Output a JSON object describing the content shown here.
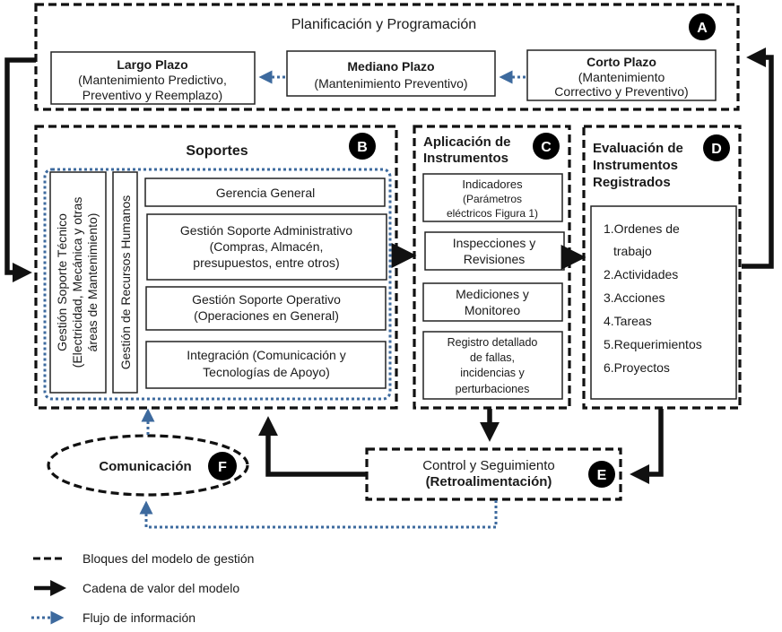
{
  "block_a": {
    "title": "Planificación y Programación",
    "badge": "A",
    "largo": {
      "title": "Largo Plazo",
      "lines": [
        "(Mantenimiento Predictivo,",
        "Preventivo  y Reemplazo)"
      ]
    },
    "mediano": {
      "title": "Mediano Plazo",
      "lines": [
        "(Mantenimiento Preventivo)"
      ]
    },
    "corto": {
      "title": "Corto Plazo",
      "lines": [
        "(Mantenimiento",
        "Correctivo y Preventivo)"
      ]
    }
  },
  "block_b": {
    "title": "Soportes",
    "badge": "B",
    "tecnico_lines": [
      "Gestión Soporte Técnico",
      "(Electricidad, Mecánica y otras",
      "áreas de Mantenimiento)"
    ],
    "rrhh": "Gestión de Recursos Humanos",
    "gerencia": "Gerencia General",
    "administrativo_lines": [
      "Gestión Soporte Administrativo",
      "(Compras, Almacén,",
      "presupuestos, entre otros)"
    ],
    "operativo_lines": [
      "Gestión Soporte Operativo",
      "(Operaciones en General)"
    ],
    "integracion_lines": [
      "Integración (Comunicación y",
      "Tecnologías de Apoyo)"
    ]
  },
  "block_c": {
    "title_lines": [
      "Aplicación de",
      "Instrumentos"
    ],
    "badge": "C",
    "indicadores_lines": [
      "Indicadores",
      "(Parámetros",
      "eléctricos Figura 1)"
    ],
    "inspecciones_lines": [
      "Inspecciones y",
      "Revisiones"
    ],
    "mediciones_lines": [
      "Mediciones y",
      "Monitoreo"
    ],
    "registro_lines": [
      "Registro detallado",
      "de fallas,",
      "incidencias y",
      "perturbaciones"
    ]
  },
  "block_d": {
    "title_lines": [
      "Evaluación de",
      "Instrumentos",
      "Registrados"
    ],
    "badge": "D",
    "items": [
      "1.Ordenes de",
      "trabajo",
      "2.Actividades",
      "3.Acciones",
      "4.Tareas",
      "5.Requerimientos",
      "6.Proyectos"
    ]
  },
  "block_e": {
    "title_lines": [
      "Control y Seguimiento",
      "(Retroalimentación)"
    ],
    "badge": "E"
  },
  "block_f": {
    "title": "Comunicación",
    "badge": "F"
  },
  "legend": {
    "dashed": "Bloques del modelo de gestión",
    "solid": "Cadena de valor del modelo",
    "dotted": "Flujo de información"
  },
  "colors": {
    "info_flow": "#3d6a9e",
    "value_chain": "#111111",
    "badge": "#000000"
  }
}
